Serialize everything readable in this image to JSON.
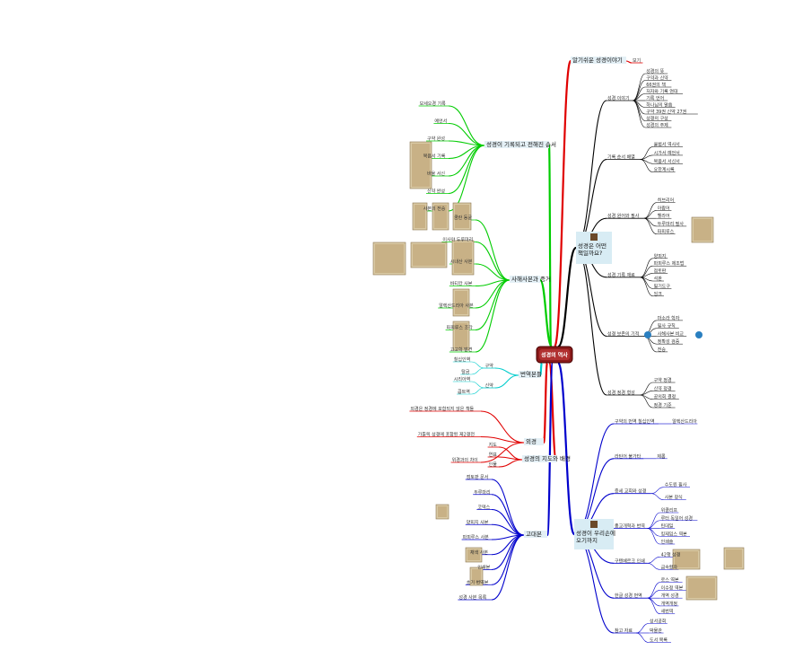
{
  "center": {
    "label": "성경의 역사",
    "color": "#8b1a1a"
  },
  "branches": [
    {
      "id": "story",
      "label": "알기쉬운 성경이야기",
      "color": "#e00000",
      "side": "right",
      "children": [
        {
          "label": "보기",
          "leaves": []
        }
      ]
    },
    {
      "id": "book",
      "label": "성경은 어떤 책일까요?",
      "color": "#000000",
      "side": "right",
      "children": [
        {
          "label": "성경 이야기",
          "leaves": [
            "성경의 뜻",
            "구약과 신약",
            "66권의 책",
            "저자와 기록 연대",
            "기록 언어",
            "하나님의 말씀",
            "구약 39권 신약 27권",
            "성경의 구성",
            "성경의 주제"
          ]
        },
        {
          "label": "기록 순서 배열",
          "leaves": [
            "율법서 역사서",
            "시가서 예언서",
            "복음서 서신서",
            "요한계시록"
          ]
        },
        {
          "label": "성경 원어와 필사",
          "leaves": [
            "히브리어",
            "아람어",
            "헬라어",
            "두루마리 필사",
            "파피루스"
          ]
        },
        {
          "label": "성경 기록 재료",
          "leaves": [
            "양피지",
            "파피루스 제조법",
            "점토판",
            "석판",
            "필기도구",
            "잉크"
          ]
        },
        {
          "label": "성경 보존의 기적",
          "leaves": [
            "마소라 학자",
            "필사 규칙",
            "사해사본 비교",
            "정확성 검증",
            "전승"
          ]
        },
        {
          "label": "성경 정경 형성",
          "leaves": [
            "구약 정경",
            "신약 정경",
            "공의회 결정",
            "정경 기준"
          ]
        }
      ]
    },
    {
      "id": "journey",
      "label": "성경이 우리손에 오기까지",
      "color": "#0000cc",
      "side": "right",
      "children": [
        {
          "label": "구약의 번역 칠십인역",
          "leaves": [
            "알렉산드리아"
          ]
        },
        {
          "label": "라틴어 불가타",
          "leaves": [
            "제롬"
          ]
        },
        {
          "label": "중세 교회와 성경",
          "leaves": [
            "수도원 필사",
            "사본 장식"
          ]
        },
        {
          "label": "종교개혁과 번역",
          "leaves": [
            "위클리프",
            "루터 독일어 성경",
            "틴데일",
            "킹제임스 역본",
            "인쇄술"
          ]
        },
        {
          "label": "구텐베르크 인쇄",
          "leaves": [
            "42행 성경",
            "금속활자"
          ]
        },
        {
          "label": "한글 성경 번역",
          "leaves": [
            "로스 역본",
            "이수정 역본",
            "개역 성경",
            "개역개정",
            "새번역"
          ]
        },
        {
          "label": "참고 자료",
          "leaves": [
            "성서공회",
            "박물관",
            "도서 목록"
          ]
        }
      ]
    },
    {
      "id": "order",
      "label": "성경이 기록되고 전해진 순서",
      "color": "#00cc00",
      "side": "left",
      "children": [
        {
          "label": "모세오경 기록",
          "leaves": []
        },
        {
          "label": "예언서",
          "leaves": []
        },
        {
          "label": "구약 완성",
          "leaves": []
        },
        {
          "label": "복음서 기록",
          "leaves": []
        },
        {
          "label": "바울 서신",
          "leaves": []
        },
        {
          "label": "신약 완성",
          "leaves": []
        },
        {
          "label": "사본의 전승",
          "leaves": []
        }
      ]
    },
    {
      "id": "evidence",
      "label": "사해사본과 증거",
      "color": "#00cc00",
      "side": "left",
      "children": [
        {
          "label": "쿰란 동굴",
          "leaves": []
        },
        {
          "label": "이사야 두루마리",
          "leaves": []
        },
        {
          "label": "시내산 사본",
          "leaves": []
        },
        {
          "label": "바티칸 사본",
          "leaves": []
        },
        {
          "label": "알렉산드리아 사본",
          "leaves": []
        },
        {
          "label": "파피루스 조각",
          "leaves": []
        },
        {
          "label": "고고학 발견",
          "leaves": []
        }
      ]
    },
    {
      "id": "translations",
      "label": "번역본들",
      "color": "#00cccc",
      "side": "left",
      "children": [
        {
          "label": "구약",
          "leaves": [
            "칠십인역",
            "탈굼"
          ]
        },
        {
          "label": "신약",
          "leaves": [
            "시리아역",
            "콥트역"
          ]
        }
      ]
    },
    {
      "id": "apocrypha",
      "label": "외경",
      "color": "#e00000",
      "side": "left",
      "children": [
        {
          "label": "외경은 정경에 포함되지 않은 책들",
          "leaves": []
        },
        {
          "label": "가톨릭 성경에 포함된 제2경전",
          "leaves": []
        },
        {
          "label": "위경과의 차이",
          "leaves": []
        }
      ]
    },
    {
      "id": "map",
      "label": "성경의 지도와 배경",
      "color": "#e00000",
      "side": "left",
      "children": [
        {
          "label": "지도",
          "leaves": []
        },
        {
          "label": "연표",
          "leaves": []
        },
        {
          "label": "인물",
          "leaves": []
        }
      ]
    },
    {
      "id": "ancient",
      "label": "고대본",
      "color": "#0000cc",
      "side": "left",
      "children": [
        {
          "label": "점토판 문서",
          "leaves": []
        },
        {
          "label": "두루마리",
          "leaves": []
        },
        {
          "label": "코덱스",
          "leaves": []
        },
        {
          "label": "양피지 사본",
          "leaves": []
        },
        {
          "label": "파피루스 사본",
          "leaves": []
        },
        {
          "label": "채색 사본",
          "leaves": []
        },
        {
          "label": "인쇄본",
          "leaves": []
        },
        {
          "label": "초기 번역본",
          "leaves": []
        },
        {
          "label": "성경 사본 목록",
          "leaves": []
        }
      ]
    }
  ]
}
